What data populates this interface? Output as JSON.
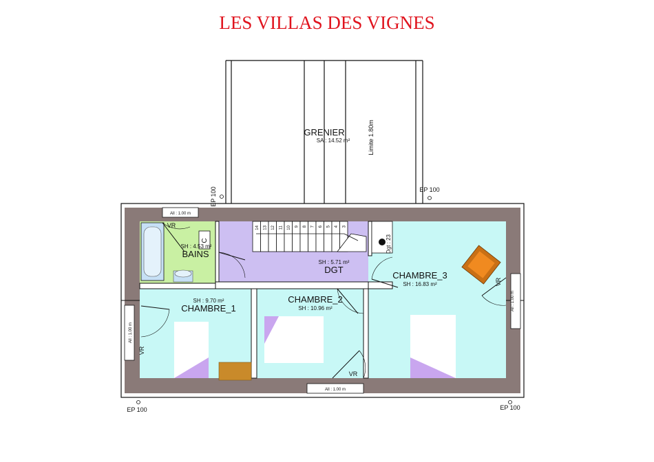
{
  "title": "LES VILLAS DES VIGNES",
  "colors": {
    "title": "#e0141e",
    "wall": "#8a7a78",
    "bath": "#c9f0a3",
    "dgt": "#cdbff2",
    "bedroom": "#c8f8f6",
    "bed_accent": "#c9a6ef",
    "desk": "#c98a2a",
    "armchair": "#e07a10"
  },
  "rooms": {
    "grenier": {
      "name": "GRENIER",
      "area": "SA : 14.52 m²",
      "limit": "Limite 1.80m"
    },
    "bains": {
      "name": "BAINS",
      "area": "SH : 4.53 m²",
      "vr": "VR",
      "c": "C"
    },
    "dgt": {
      "name": "DGT",
      "area": "SH : 5.71 m²"
    },
    "chambre1": {
      "name": "CHAMBRE_1",
      "area": "SH : 9.70 m²",
      "vr": "VR"
    },
    "chambre2": {
      "name": "CHAMBRE_2",
      "area": "SH : 10.96 m²",
      "vr": "VR"
    },
    "chambre3": {
      "name": "CHAMBRE_3",
      "area": "SH : 16.83 m²",
      "vr": "VR",
      "storage": "Dgt : 23"
    }
  },
  "windows": {
    "top": "All : 1.00 m",
    "bottom": "All : 1.00 m",
    "left": "All : 1.00 m",
    "right": "All : 1.00 m"
  },
  "ep_labels": {
    "top_left": "EP 100",
    "top_right": "EP 100",
    "bottom_left": "EP 100",
    "bottom_right": "EP 100"
  },
  "stairs": {
    "steps": [
      "14",
      "13",
      "12",
      "11",
      "10",
      "9",
      "8",
      "7",
      "6",
      "5",
      "4",
      "3"
    ]
  }
}
